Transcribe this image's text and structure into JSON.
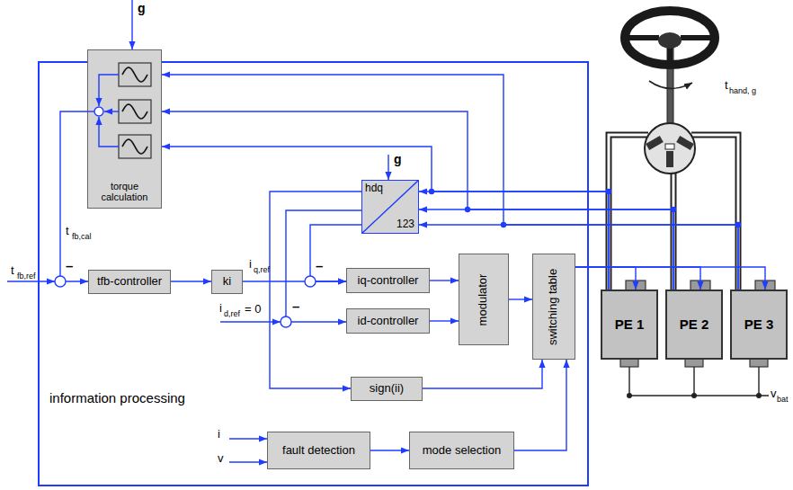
{
  "diagram": {
    "nodes": [
      {
        "text": [
          "information processing"
        ]
      },
      {
        "text": [
          "torque calculation"
        ],
        "in": 0
      },
      {
        "text": [
          "hdq",
          "123"
        ],
        "in": 0
      },
      {
        "text": [
          "tfb-controller"
        ],
        "in": 0
      },
      {
        "text": [
          "ki"
        ],
        "in": 0
      },
      {
        "text": [
          "iq-controller"
        ],
        "in": 0
      },
      {
        "text": [
          "id-controller"
        ],
        "in": 0
      },
      {
        "text": [
          "modulator"
        ],
        "in": 0
      },
      {
        "text": [
          "switching table"
        ],
        "in": 0
      },
      {
        "text": [
          "sign(ii)"
        ],
        "in": 0
      },
      {
        "text": [
          "fault detection"
        ],
        "in": 0
      },
      {
        "text": [
          "mode selection"
        ],
        "in": 0
      },
      {
        "text": [
          "PE 1"
        ]
      },
      {
        "text": [
          "PE 2"
        ]
      },
      {
        "text": [
          "PE 3"
        ]
      }
    ],
    "edges": [
      {
        "from": 1,
        "to": 3,
        "arrow": "to"
      },
      {
        "from": 3,
        "to": 4,
        "arrow": "to"
      },
      {
        "from": 4,
        "to": 5,
        "arrow": "to"
      },
      {
        "from": 2,
        "to": 5,
        "arrow": "to"
      },
      {
        "from": 2,
        "to": 6,
        "arrow": "to"
      },
      {
        "from": 2,
        "to": 9,
        "arrow": "to"
      },
      {
        "from": 5,
        "to": 7,
        "arrow": "to"
      },
      {
        "from": 6,
        "to": 7,
        "arrow": "to"
      },
      {
        "from": 7,
        "to": 8,
        "arrow": "to"
      },
      {
        "from": 9,
        "to": 8,
        "arrow": "to"
      },
      {
        "from": 10,
        "to": 11,
        "arrow": "to"
      },
      {
        "from": 11,
        "to": 8,
        "arrow": "to"
      },
      {
        "from": 8,
        "to": 12,
        "arrow": "to"
      },
      {
        "from": 8,
        "to": 13,
        "arrow": "to"
      },
      {
        "from": 8,
        "to": 14,
        "arrow": "to"
      },
      {
        "from": 12,
        "to": 2,
        "arrow": "to"
      },
      {
        "from": 13,
        "to": 2,
        "arrow": "to"
      },
      {
        "from": 14,
        "to": 2,
        "arrow": "to"
      },
      {
        "from": 12,
        "to": 1,
        "arrow": "to"
      },
      {
        "from": 13,
        "to": 1,
        "arrow": "to"
      },
      {
        "from": 14,
        "to": 1,
        "arrow": "to"
      }
    ],
    "labels": [
      "g",
      "g",
      "t",
      "fb,ref",
      "t",
      "fb,cal",
      "–",
      "i",
      "q,ref",
      "–",
      "i",
      "d,ref",
      "= 0",
      "–",
      "i",
      "v",
      "t",
      "hand, g",
      "v",
      "bat"
    ]
  }
}
